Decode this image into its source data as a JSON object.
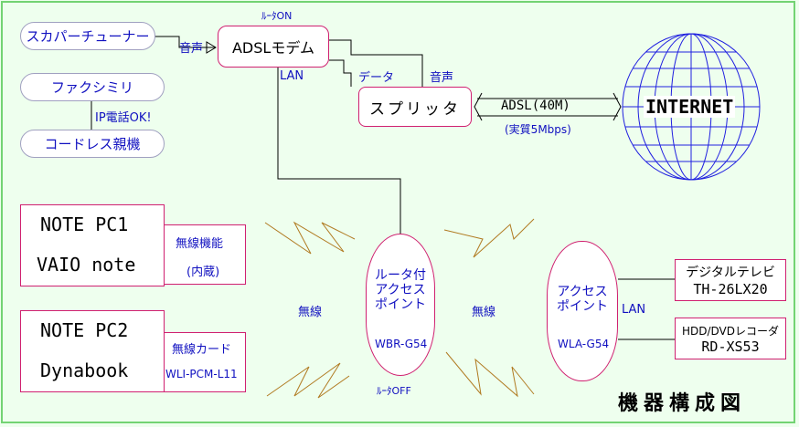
{
  "left_devices": {
    "tuner": "スカパーチューナー",
    "fax": "ファクシミリ",
    "cordless": "コードレス親機",
    "ip_phone_ok": "IP電話OK!",
    "audio_tuner": "音声"
  },
  "modem": {
    "label": "ADSLモデム",
    "router_on": "ﾙｰﾀON",
    "lan": "LAN"
  },
  "splitter": {
    "label": "スプリッタ",
    "data_label": "データ",
    "audio_label": "音声"
  },
  "adsl_link": {
    "label": "ADSL(40M)",
    "actual": "(実質5Mbps)"
  },
  "internet": {
    "label": "INTERNET"
  },
  "pc1": {
    "line1": "NOTE PC1",
    "line2": "VAIO note",
    "wireless": "無線機能",
    "builtin": "(内蔵)"
  },
  "pc2": {
    "line1": "NOTE PC2",
    "line2": "Dynabook",
    "card": "無線カード",
    "model": "WLI-PCM-L11"
  },
  "wireless_label_left": "無線",
  "wireless_label_right": "無線",
  "router_ap": {
    "text": "ルータ付\nアクセス\nポイント",
    "model": "WBR-G54",
    "router_off": "ﾙｰﾀOFF"
  },
  "access_point": {
    "text": "アクセス\nポイント",
    "model": "WLA-G54",
    "lan": "LAN"
  },
  "tv": {
    "line1": "デジタルテレビ",
    "line2": "TH-26LX20"
  },
  "recorder": {
    "line1": "HDD/DVDレコーダ",
    "line2": "RD-XS53"
  },
  "title": "機器構成図",
  "colors": {
    "background": "#eeffee",
    "frame": "#73d373",
    "box_border": "#d02070",
    "text_blue": "#1010c0",
    "zigzag": "#b07a20",
    "globe": "#2020e0"
  }
}
